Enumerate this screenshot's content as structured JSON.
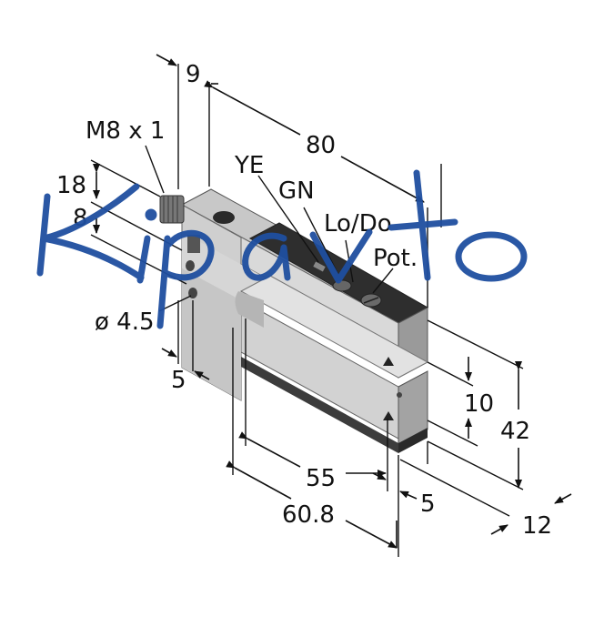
{
  "dimensions": {
    "d9": "9",
    "d80": "80",
    "thread": "M8 x 1",
    "d18": "18",
    "d8": "8",
    "dia": "ø 4.5",
    "d5_left": "5",
    "d10": "10",
    "d42": "42",
    "d55": "55",
    "d60_8": "60.8",
    "d5_right": "5",
    "d12": "12"
  },
  "labels": {
    "ye": "YE",
    "gn": "GN",
    "lodo": "Lo/Do",
    "pot": "Pot."
  },
  "watermark": "Kipavto",
  "colors": {
    "body_light": "#d4d4d4",
    "body_mid": "#b8b8b8",
    "body_dark": "#8c8c8c",
    "top_cap": "#2a2a2a",
    "base_strip": "#3a3a3a",
    "watermark": "#1f4fa0"
  }
}
